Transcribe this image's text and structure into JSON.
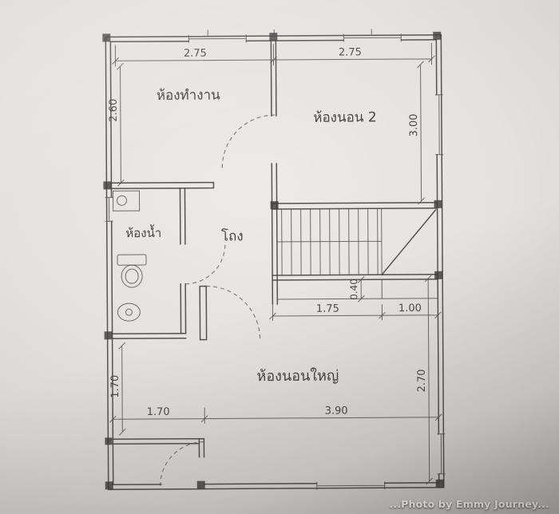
{
  "photo": {
    "credit": "...Photo by Emmy Journey..."
  },
  "floorplan": {
    "rooms": {
      "office": "ห้องทำงาน",
      "bedroom2": "ห้องนอน 2",
      "bathroom": "ห้องน้ำ",
      "hall": "โถง",
      "master_bedroom": "ห้องนอนใหญ่"
    },
    "dimensions": {
      "top_left": "2.75",
      "top_right": "2.75",
      "left_upper": "2.60",
      "right_upper": "3.00",
      "stair_depth": "0.40",
      "under_stair_left": "1.75",
      "under_stair_right": "1.00",
      "left_lower": "1.70",
      "bottom_left": "1.70",
      "bottom_right": "3.90",
      "right_lower": "2.70"
    }
  }
}
